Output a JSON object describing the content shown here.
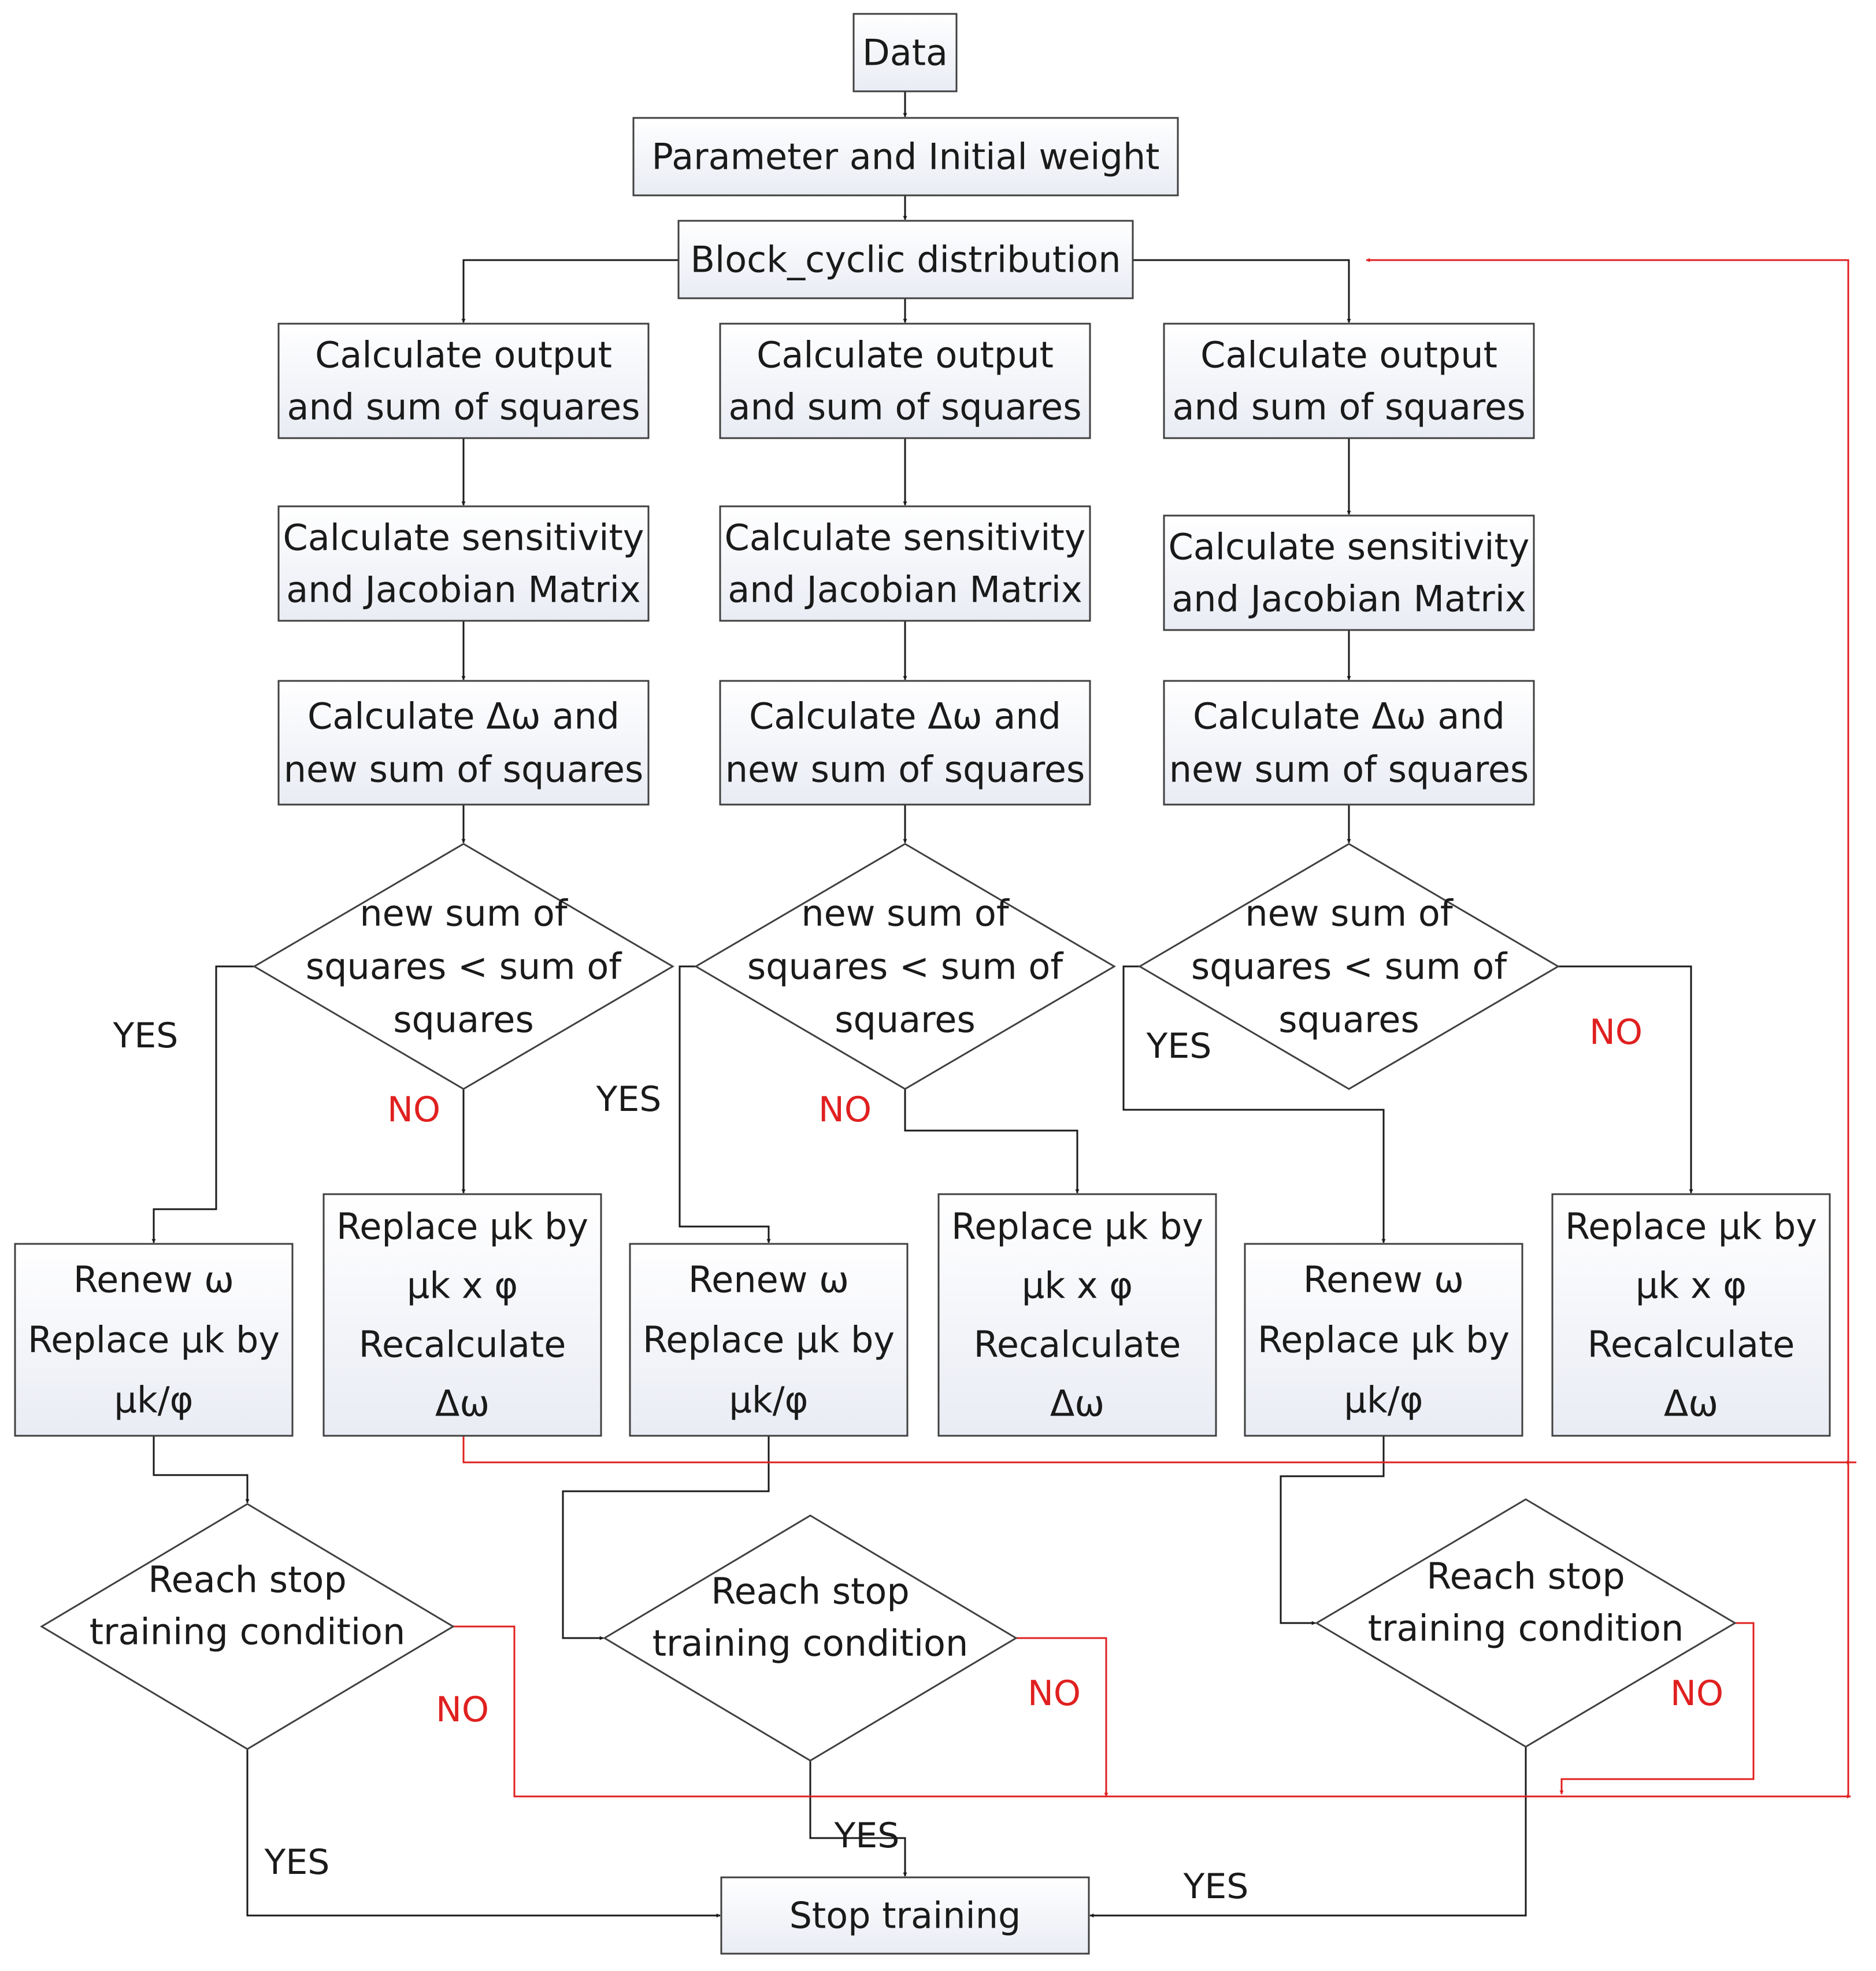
{
  "colors": {
    "flow": "#1a1a1a",
    "loop": "#e02020",
    "border": "#404040"
  },
  "nodes": {
    "data": [
      "Data"
    ],
    "param": [
      "Parameter and Initial weight"
    ],
    "block": [
      "Block_cyclic distribution"
    ],
    "out": [
      "Calculate output",
      "and sum of squares"
    ],
    "sens": [
      "Calculate sensitivity",
      "and Jacobian Matrix"
    ],
    "delta": [
      "Calculate Δω and",
      "new sum of squares"
    ],
    "cmp": [
      "new sum of",
      "squares < sum of",
      "squares"
    ],
    "renew": [
      "Renew ω",
      "Replace μk by",
      "μk/φ"
    ],
    "replace": [
      "Replace μk by",
      "μk x φ",
      "Recalculate",
      "Δω"
    ],
    "stopcond": [
      "Reach stop",
      "training condition"
    ],
    "stop": [
      "Stop training"
    ]
  },
  "labels": {
    "yes": "YES",
    "no": "NO"
  }
}
